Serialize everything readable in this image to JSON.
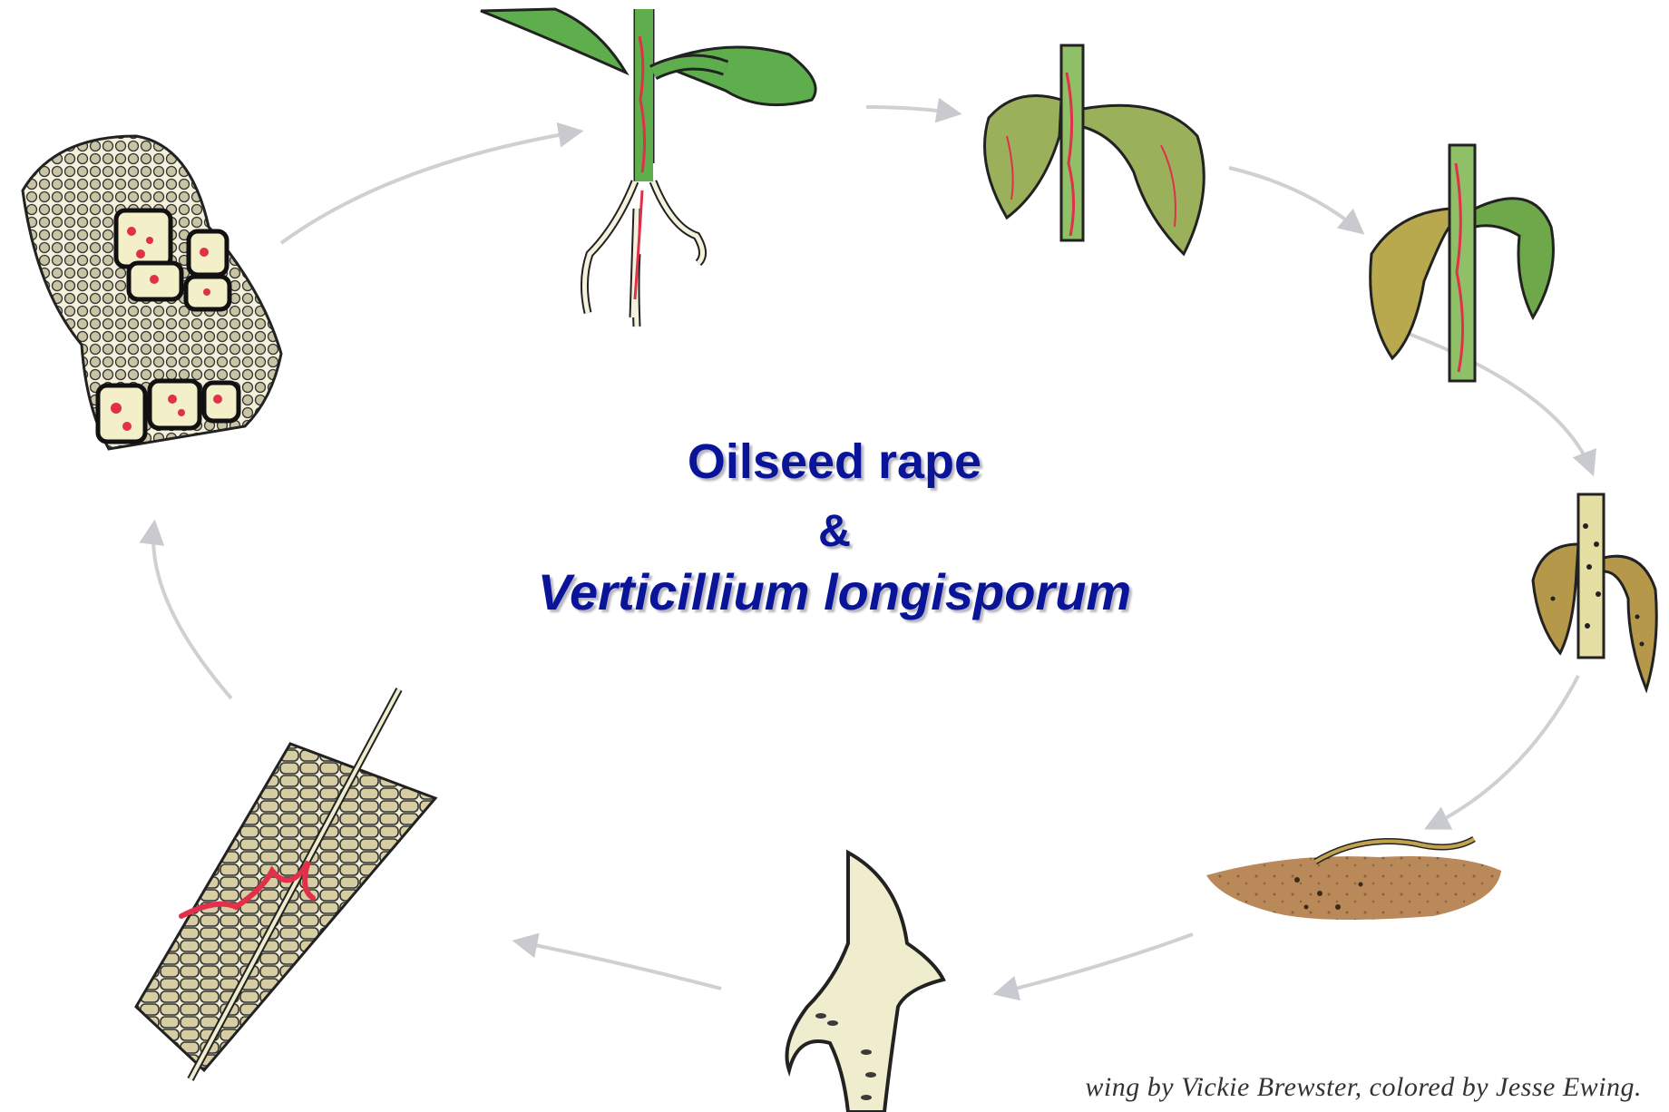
{
  "title": {
    "line1": "Oilseed rape",
    "line2": "&",
    "line3": "Verticillium longisporum"
  },
  "credit": "wing by Vickie Brewster, colored by Jesse Ewing.",
  "stages": [
    {
      "icon": "microsclerotia-in-tissue-icon"
    },
    {
      "icon": "infected-seedling-icon"
    },
    {
      "icon": "wilting-plant-icon"
    },
    {
      "icon": "severely-wilted-plant-icon"
    },
    {
      "icon": "dead-stem-with-microsclerotia-icon"
    },
    {
      "icon": "plant-debris-in-soil-icon"
    },
    {
      "icon": "root-penetration-icon"
    },
    {
      "icon": "xylem-colonization-icon"
    }
  ],
  "colors": {
    "title": "#0a1499",
    "arrow": "#cfd0d4",
    "leaf_green": "#5fae4e",
    "wilt_yellow": "#b9a94e",
    "hyphae_red": "#e0304a",
    "tissue_tan": "#d6cda3",
    "soil_brown": "#a8774a"
  }
}
